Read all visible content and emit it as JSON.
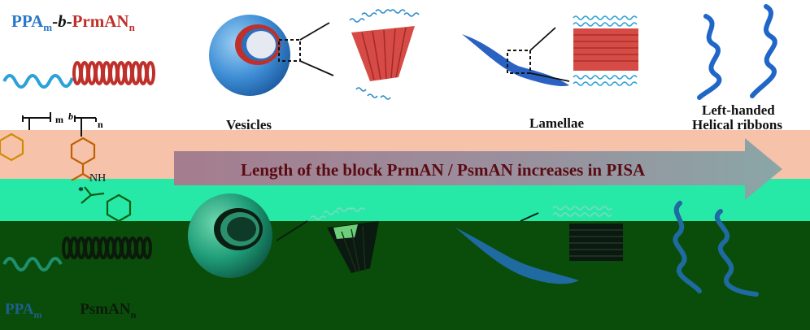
{
  "labels": {
    "copolymer_prefix": "PPA",
    "copolymer_sub_m": "m",
    "copolymer_dash1": "-",
    "copolymer_b": "b",
    "copolymer_dash2": "-",
    "copolymer_block": "PrmAN",
    "copolymer_sub_n": "n",
    "vesicles": "Vesicles",
    "lamellae": "Lamellae",
    "left_handed": "Left-handed",
    "helical_ribbons": "Helical ribbons",
    "arrow_text": "Length of the block PrmAN / PsmAN increases in PISA",
    "bottom_ppa": "PPA",
    "bottom_sub_m": "m",
    "bottom_block": "PsmAN",
    "bottom_sub_n": "n",
    "formula_m": "m",
    "formula_b": "b",
    "formula_n": "n",
    "nh": "NH",
    "chiral": "*"
  },
  "colors": {
    "blue": "#2a78c8",
    "red": "#c0302a",
    "peach_band": "#f6c3aa",
    "mint_band": "#26e9a8",
    "dark_band": "#0a4d0a",
    "arrow_fill": "#b3878f"
  }
}
